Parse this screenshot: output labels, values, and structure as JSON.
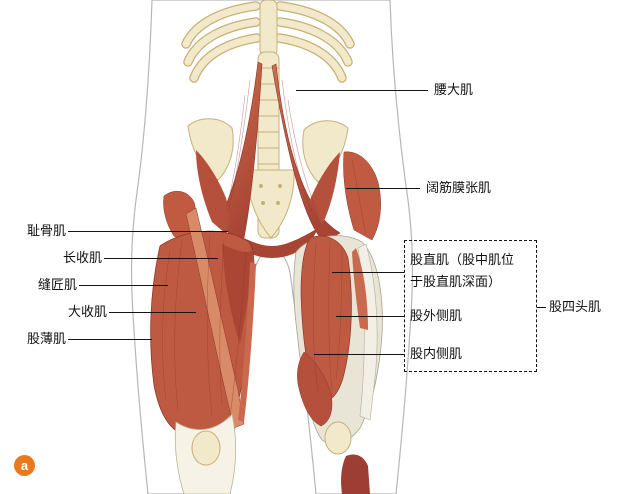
{
  "figure": {
    "marker_label": "a",
    "marker_color": "#e8791e",
    "description_names": {
      "illustration": "anterior-hip-and-thigh-muscle-anatomy"
    }
  },
  "labels": {
    "left": [
      "耻骨肌",
      "长收肌",
      "缝匠肌",
      "大收肌",
      "股薄肌"
    ],
    "psoas_major": "腰大肌",
    "tensor_fasciae_latae": "阔筋膜张肌",
    "rectus_femoris_line1": "股直肌（股中肌位",
    "rectus_femoris_line2": "于股直肌深面）",
    "vastus_lateralis": "股外侧肌",
    "vastus_medialis": "股内侧肌",
    "quadriceps": "股四头肌"
  },
  "colors": {
    "muscle_red": "#bf5a42",
    "muscle_dark": "#8d362d",
    "muscle_light": "#d98a66",
    "bone": "#f2e9cb",
    "bone_outline": "#c6b077",
    "fascia_white": "#ece8db",
    "outline_gray": "#b6b6b6",
    "label_text": "#141414",
    "marker_orange": "#e8791e"
  }
}
